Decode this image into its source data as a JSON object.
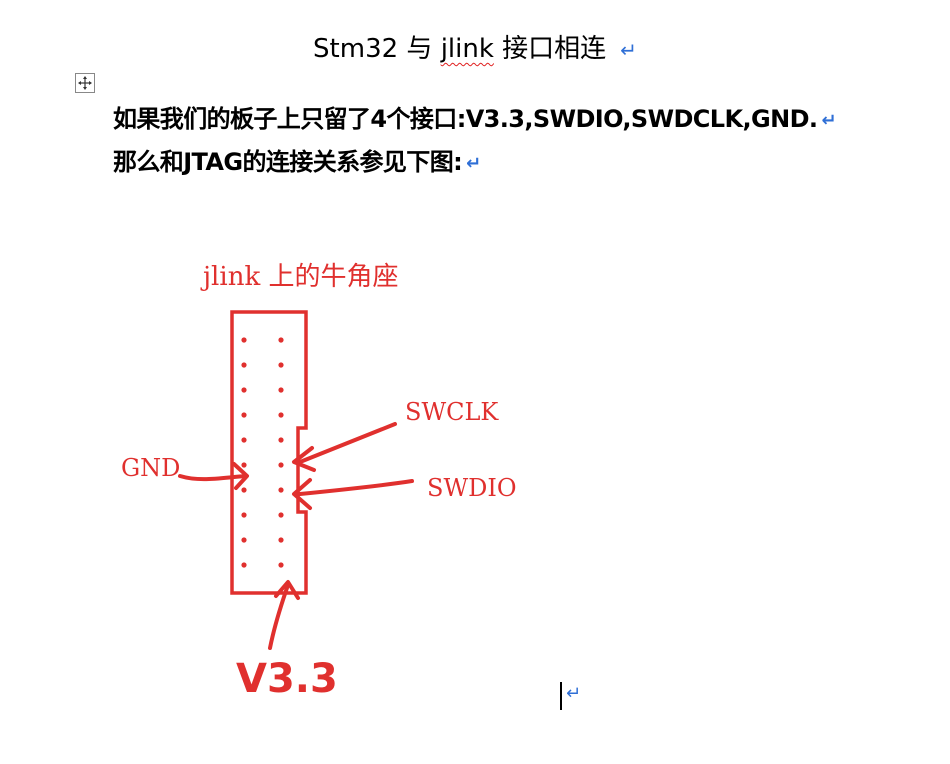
{
  "title": {
    "prefix": "Stm32 与 ",
    "underlined_word": "jlink",
    "suffix": " 接口相连"
  },
  "paragraph_mark": "↵",
  "body_lines": [
    "如果我们的板子上只留了4个接口:V3.3,SWDIO,SWDCLK,GND.",
    "那么和JTAG的连接关系参见下图:"
  ],
  "figure": {
    "header_label": "jlink 上的牛角座",
    "labels": {
      "swclk": "SWCLK",
      "gnd": "GND",
      "swdio": "SWDIO",
      "v33": "V3.3"
    },
    "pin_rows": 10,
    "pin_cols": 2,
    "ink_color": "#e0302e"
  },
  "icons": {
    "move_handle": "move-cross-icon"
  }
}
